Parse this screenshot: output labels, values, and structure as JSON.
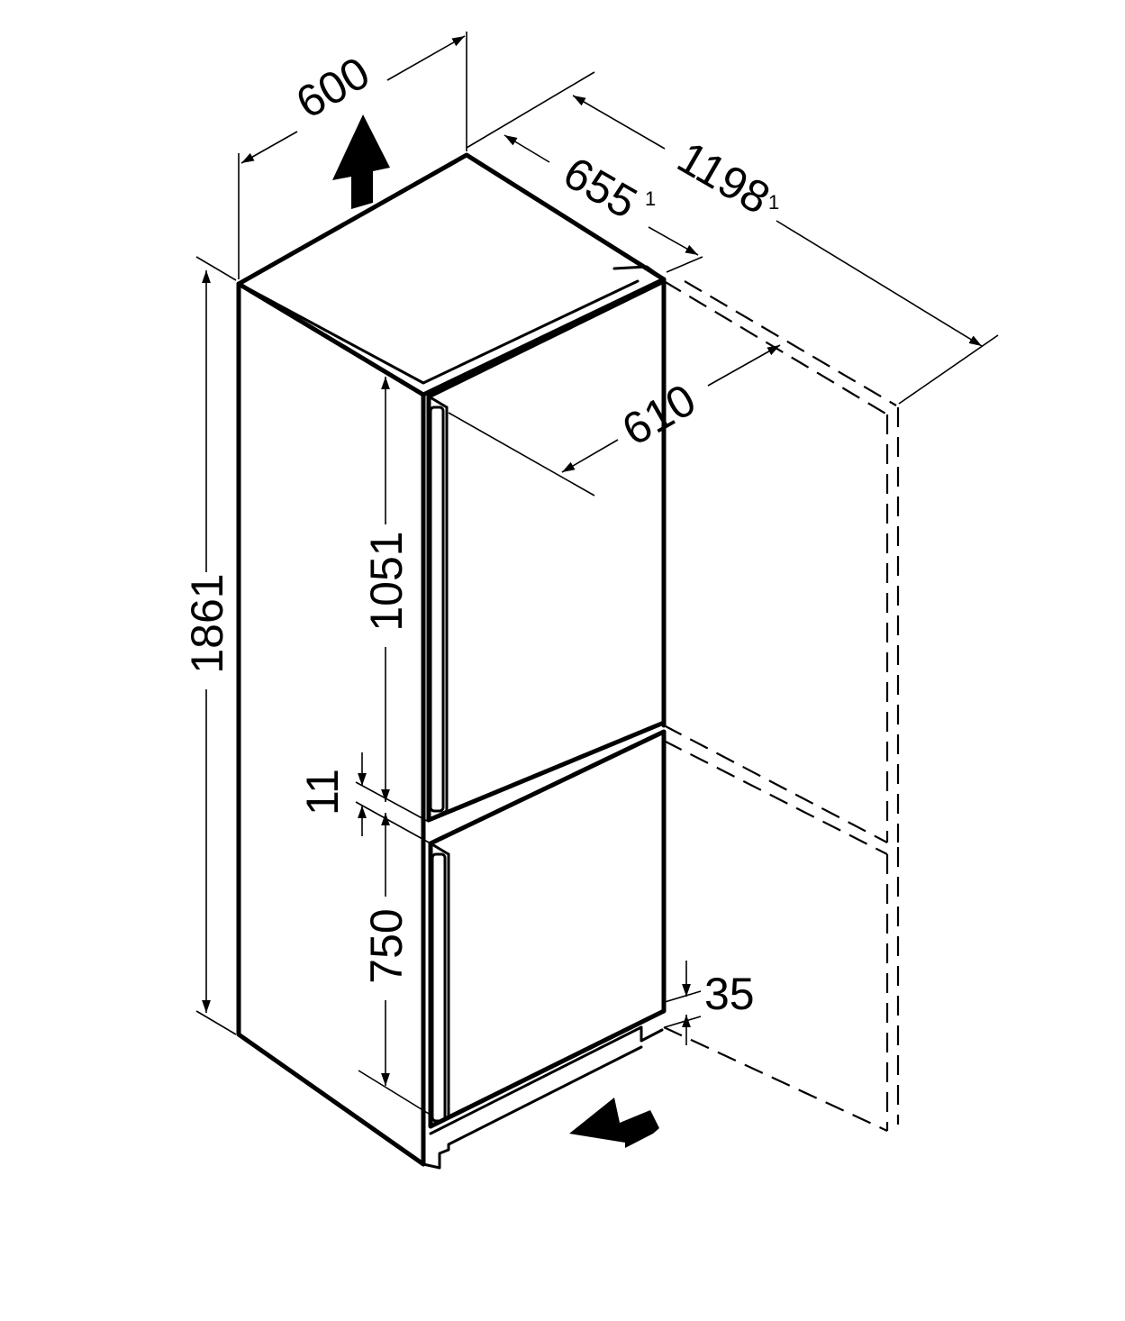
{
  "dimensions": {
    "width": "600",
    "depth_door": "655",
    "depth_door_note": "1",
    "depth_open": "1198",
    "depth_open_note": "1",
    "depth_body": "610",
    "height_total": "1861",
    "height_upper_door": "1051",
    "gap": "11",
    "height_lower_door": "750",
    "plinth": "35"
  },
  "colors": {
    "line": "#000000",
    "background": "#ffffff"
  },
  "icons": {
    "airflow_out": "arrow-up-icon",
    "airflow_in": "arrow-in-icon"
  }
}
